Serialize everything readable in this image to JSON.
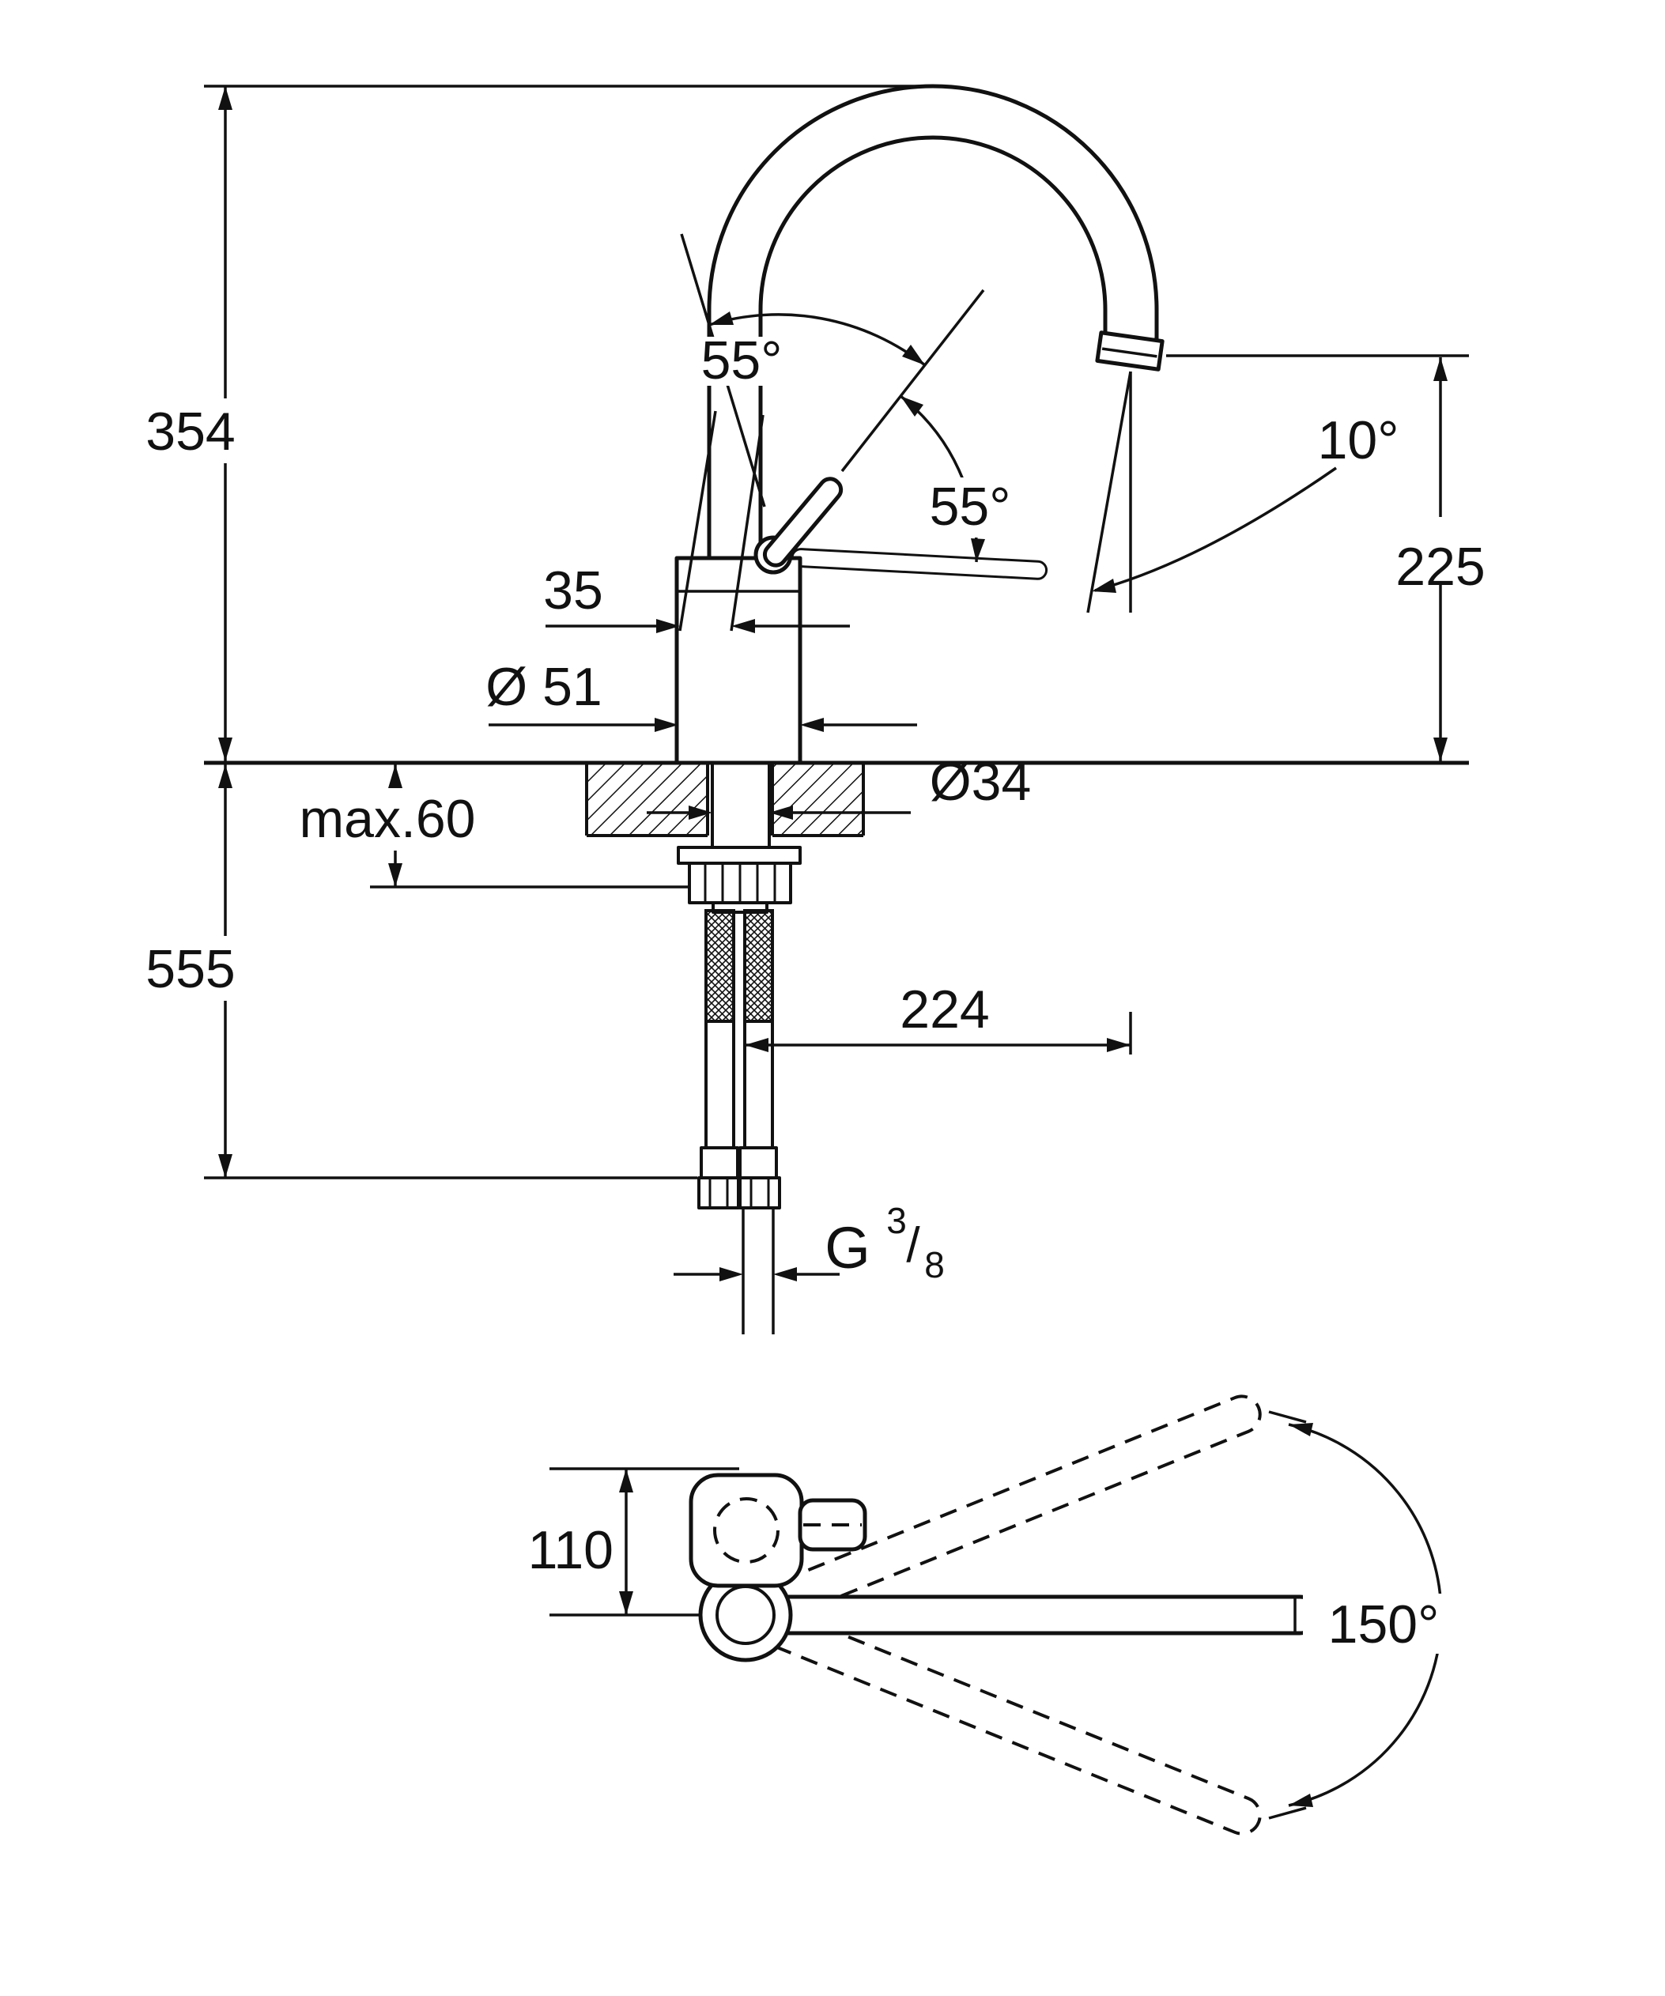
{
  "drawing": {
    "type": "kitchen-faucet-dimension-drawing",
    "colors": {
      "line": "#111111",
      "background": "#ffffff"
    },
    "side_view": {
      "height_above": "354",
      "height_below": "555",
      "mount_thickness": "max.60",
      "handle_offset": "35",
      "body_diameter": "Ø 51",
      "hole_diameter": "Ø34",
      "handle_angle_front": "55°",
      "handle_angle_back": "55°",
      "spout_tilt": "10°",
      "outlet_height": "225",
      "spout_reach": "224",
      "thread_prefix": "G",
      "thread_numerator": "3",
      "thread_slash": "/",
      "thread_denominator": "8"
    },
    "top_view": {
      "body_depth": "110",
      "swivel_range": "150°"
    }
  }
}
